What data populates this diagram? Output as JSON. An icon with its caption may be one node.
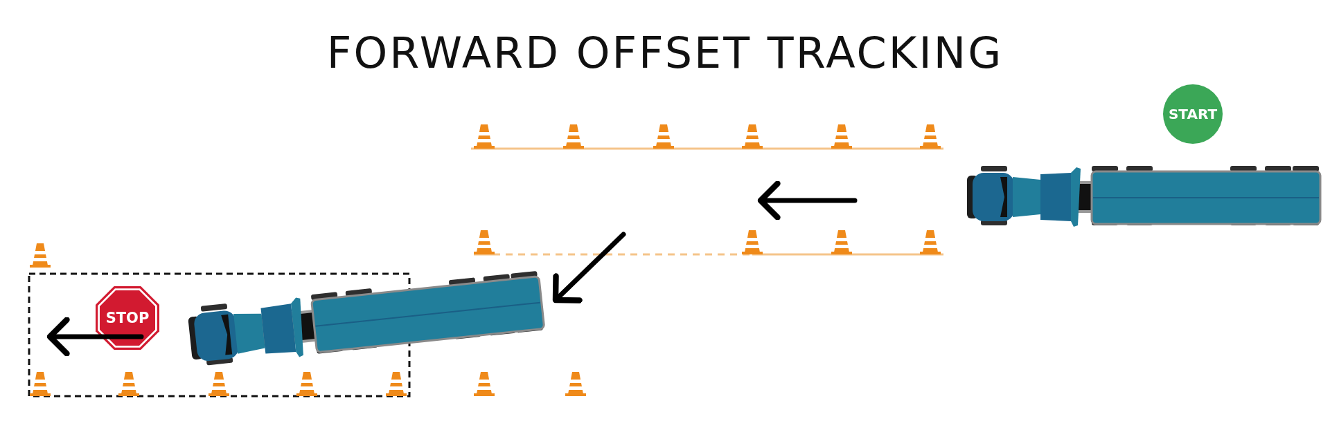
{
  "diagram": {
    "title": "FORWARD OFFSET TRACKING",
    "nodes": [
      {
        "text": [
          "START"
        ]
      },
      {
        "text": [
          "STOP"
        ]
      }
    ]
  }
}
